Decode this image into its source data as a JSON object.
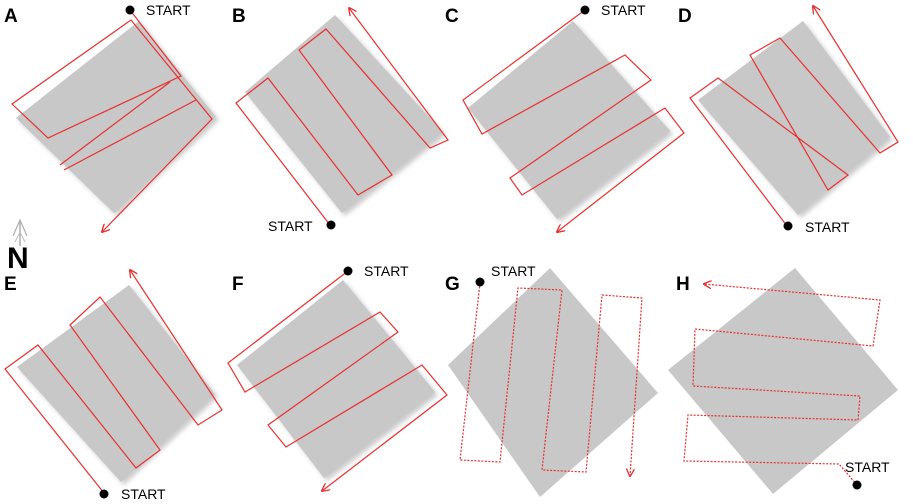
{
  "colors": {
    "field_fill": "#c8c8c8",
    "field_shadow": "#a9a9a9",
    "path_stroke": "#e8302f",
    "marker": "#000000"
  },
  "north": {
    "label": "N",
    "icon": "north-arrow-icon"
  },
  "panels": [
    {
      "letter": "A",
      "start_label": "START"
    },
    {
      "letter": "B",
      "start_label": "START"
    },
    {
      "letter": "C",
      "start_label": "START"
    },
    {
      "letter": "D",
      "start_label": "START"
    },
    {
      "letter": "E",
      "start_label": "START"
    },
    {
      "letter": "F",
      "start_label": "START"
    },
    {
      "letter": "G",
      "start_label": "START"
    },
    {
      "letter": "H",
      "start_label": "START"
    }
  ]
}
